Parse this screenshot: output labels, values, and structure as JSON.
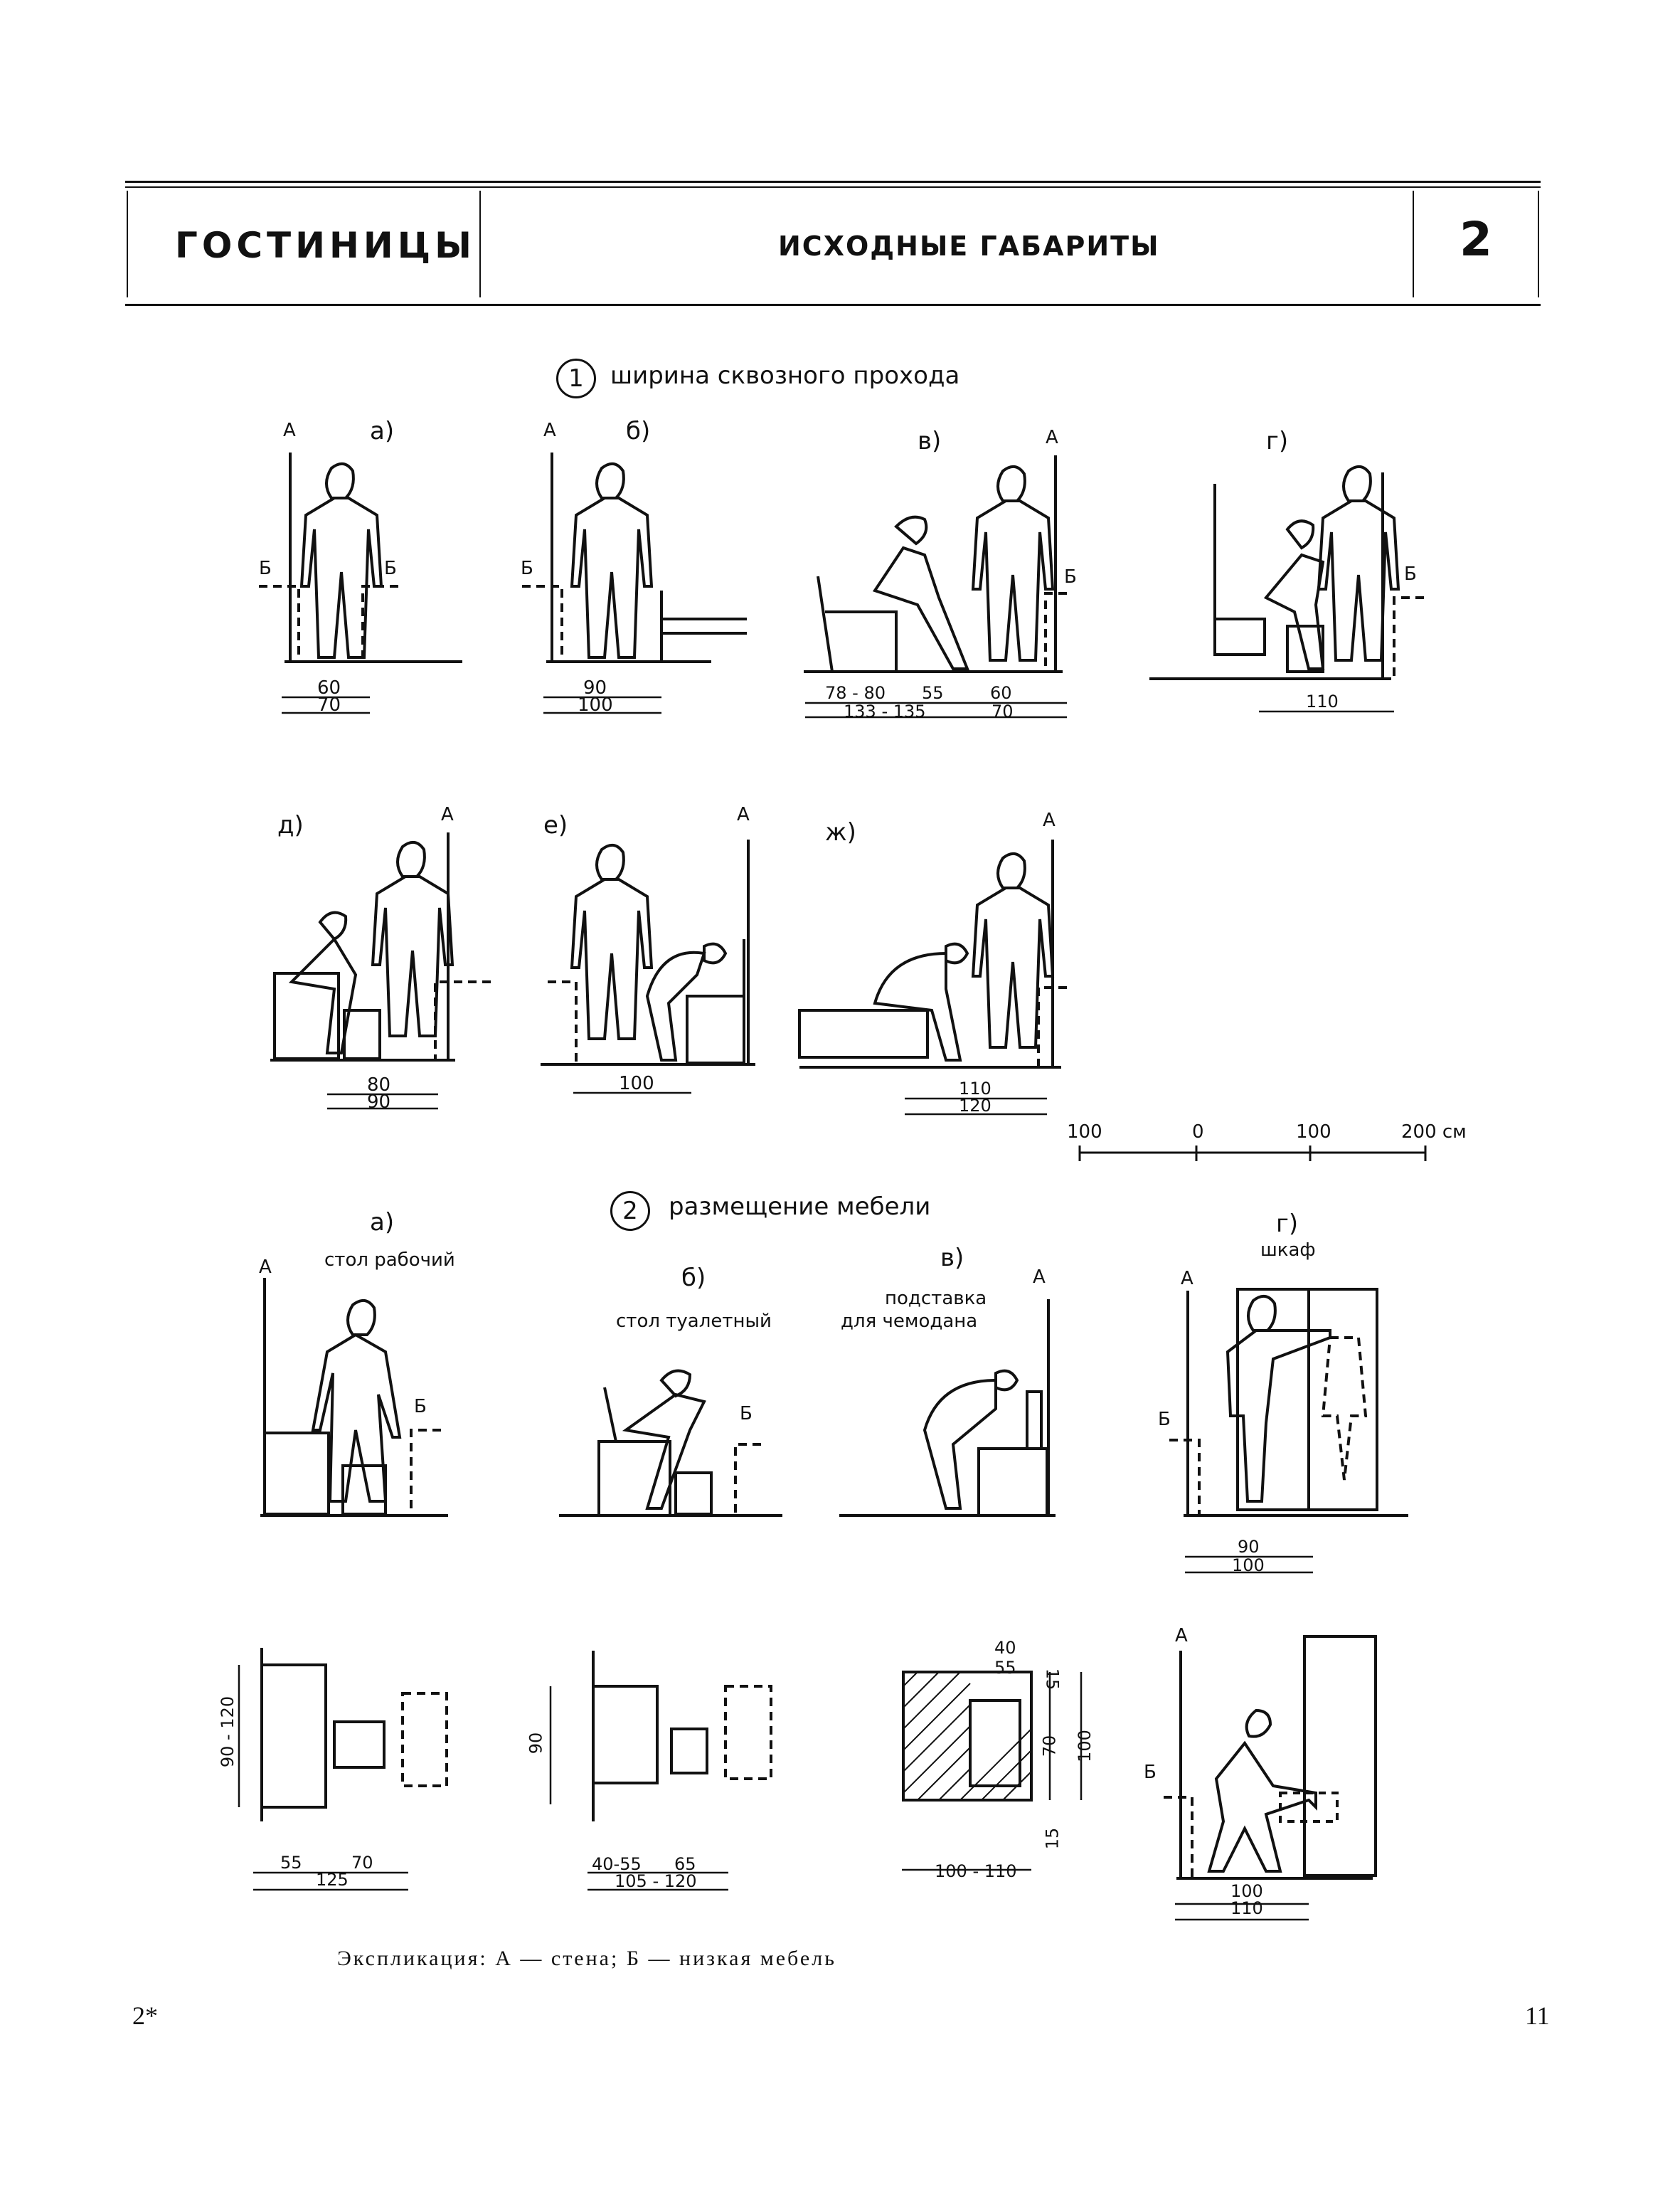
{
  "header": {
    "left": "ГОСТИНИЦЫ",
    "center": "ИСХОДНЫЕ ГАБАРИТЫ",
    "number": "2"
  },
  "section1": {
    "num": "1",
    "title": "ширина сквозного прохода",
    "panels": [
      {
        "letter": "а)",
        "A": "А",
        "B1": "Б",
        "B2": "Б",
        "dims": [
          "60",
          "70"
        ]
      },
      {
        "letter": "б)",
        "A": "А",
        "B1": "Б",
        "dims": [
          "90",
          "100"
        ]
      },
      {
        "letter": "в)",
        "A": "А",
        "B1": "Б",
        "dims": [
          "78 - 80",
          "55",
          "60",
          "133 - 135",
          "70"
        ]
      },
      {
        "letter": "г)",
        "B1": "Б",
        "dims": [
          "110"
        ]
      },
      {
        "letter": "д)",
        "A": "А",
        "dims": [
          "80",
          "90"
        ]
      },
      {
        "letter": "е)",
        "A": "А",
        "dims": [
          "100"
        ]
      },
      {
        "letter": "ж)",
        "A": "А",
        "dims": [
          "110",
          "120"
        ]
      }
    ]
  },
  "scale": {
    "labels": [
      "100",
      "0",
      "100",
      "200 см"
    ]
  },
  "section2": {
    "num": "2",
    "title": "размещение мебели",
    "panels": [
      {
        "letter": "а)",
        "caption": "стол рабочий",
        "A": "А",
        "B1": "Б"
      },
      {
        "letter": "б)",
        "caption": "стол туалетный",
        "B1": "Б"
      },
      {
        "letter": "в)",
        "caption1": "подставка",
        "caption2": "для чемодана",
        "A": "А"
      },
      {
        "letter": "г)",
        "caption": "шкаф",
        "A": "А",
        "B1": "Б",
        "dims": [
          "90",
          "100"
        ]
      }
    ],
    "plans": [
      {
        "side": "90 - 120",
        "dims": [
          "55",
          "70",
          "125"
        ]
      },
      {
        "side": "90",
        "dims": [
          "40-55",
          "65",
          "105 - 120"
        ]
      },
      {
        "dims": [
          "40",
          "55",
          "15",
          "70",
          "100",
          "15",
          "100 - 110"
        ]
      },
      {
        "A": "А",
        "B1": "Б",
        "dims": [
          "100",
          "110"
        ]
      }
    ]
  },
  "footer": {
    "legend": "Экспликация: А — стена; Б — низкая мебель",
    "left": "2*",
    "right": "11"
  }
}
